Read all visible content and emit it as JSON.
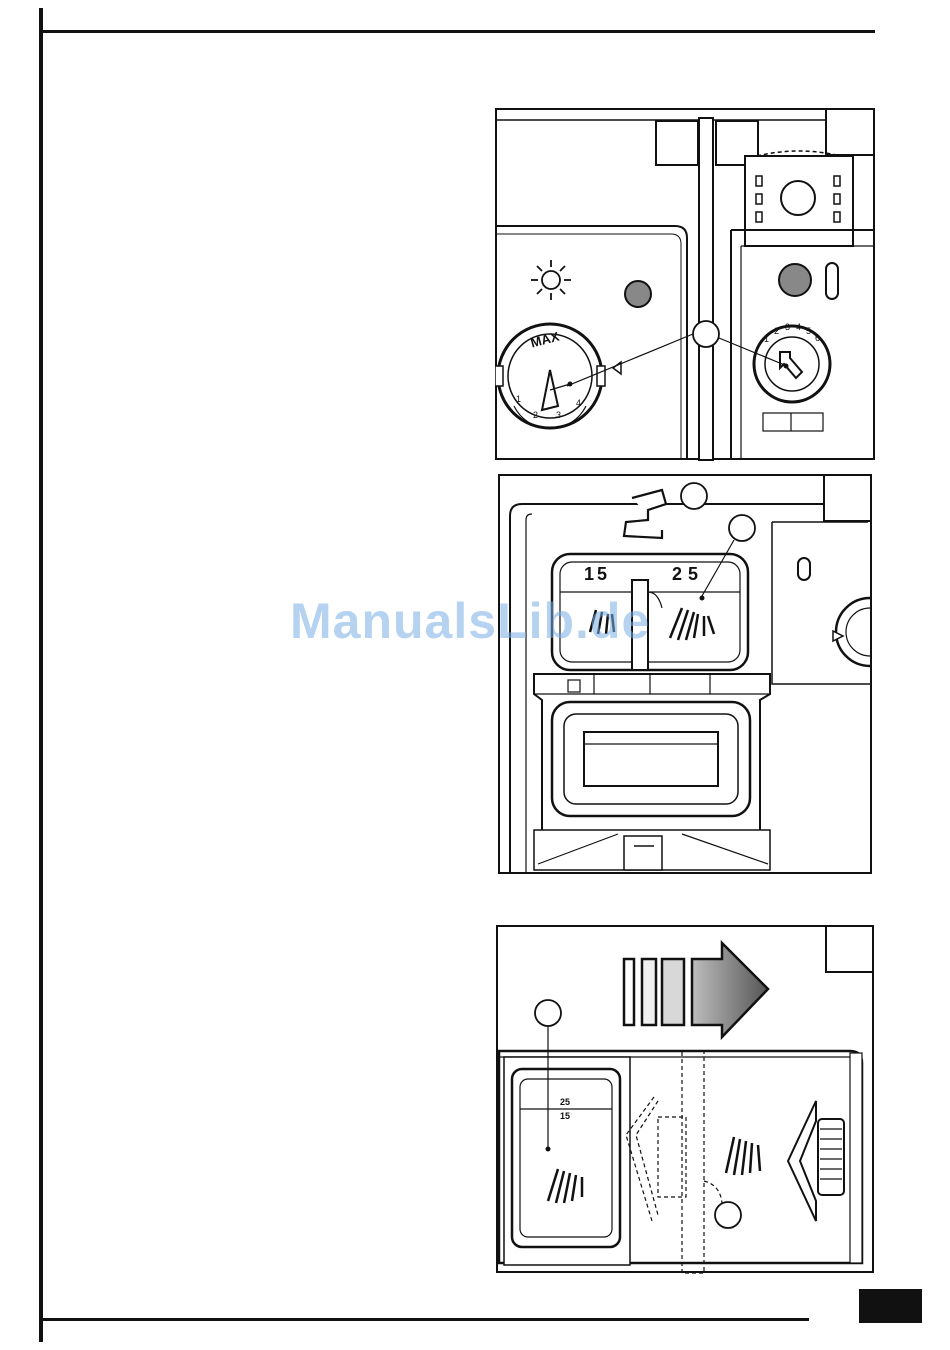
{
  "watermark": "ManualsLib.de",
  "figure1": {
    "left_dial_label": "MAX",
    "left_dial_numbers": [
      "1",
      "2",
      "3",
      "4"
    ],
    "right_dial_numbers": [
      "1",
      "2",
      "3",
      "4",
      "5",
      "6"
    ]
  },
  "figure2": {
    "dose_left": "15",
    "dose_right": "25"
  },
  "figure3": {
    "dose_top": "25",
    "dose_bottom": "15"
  }
}
